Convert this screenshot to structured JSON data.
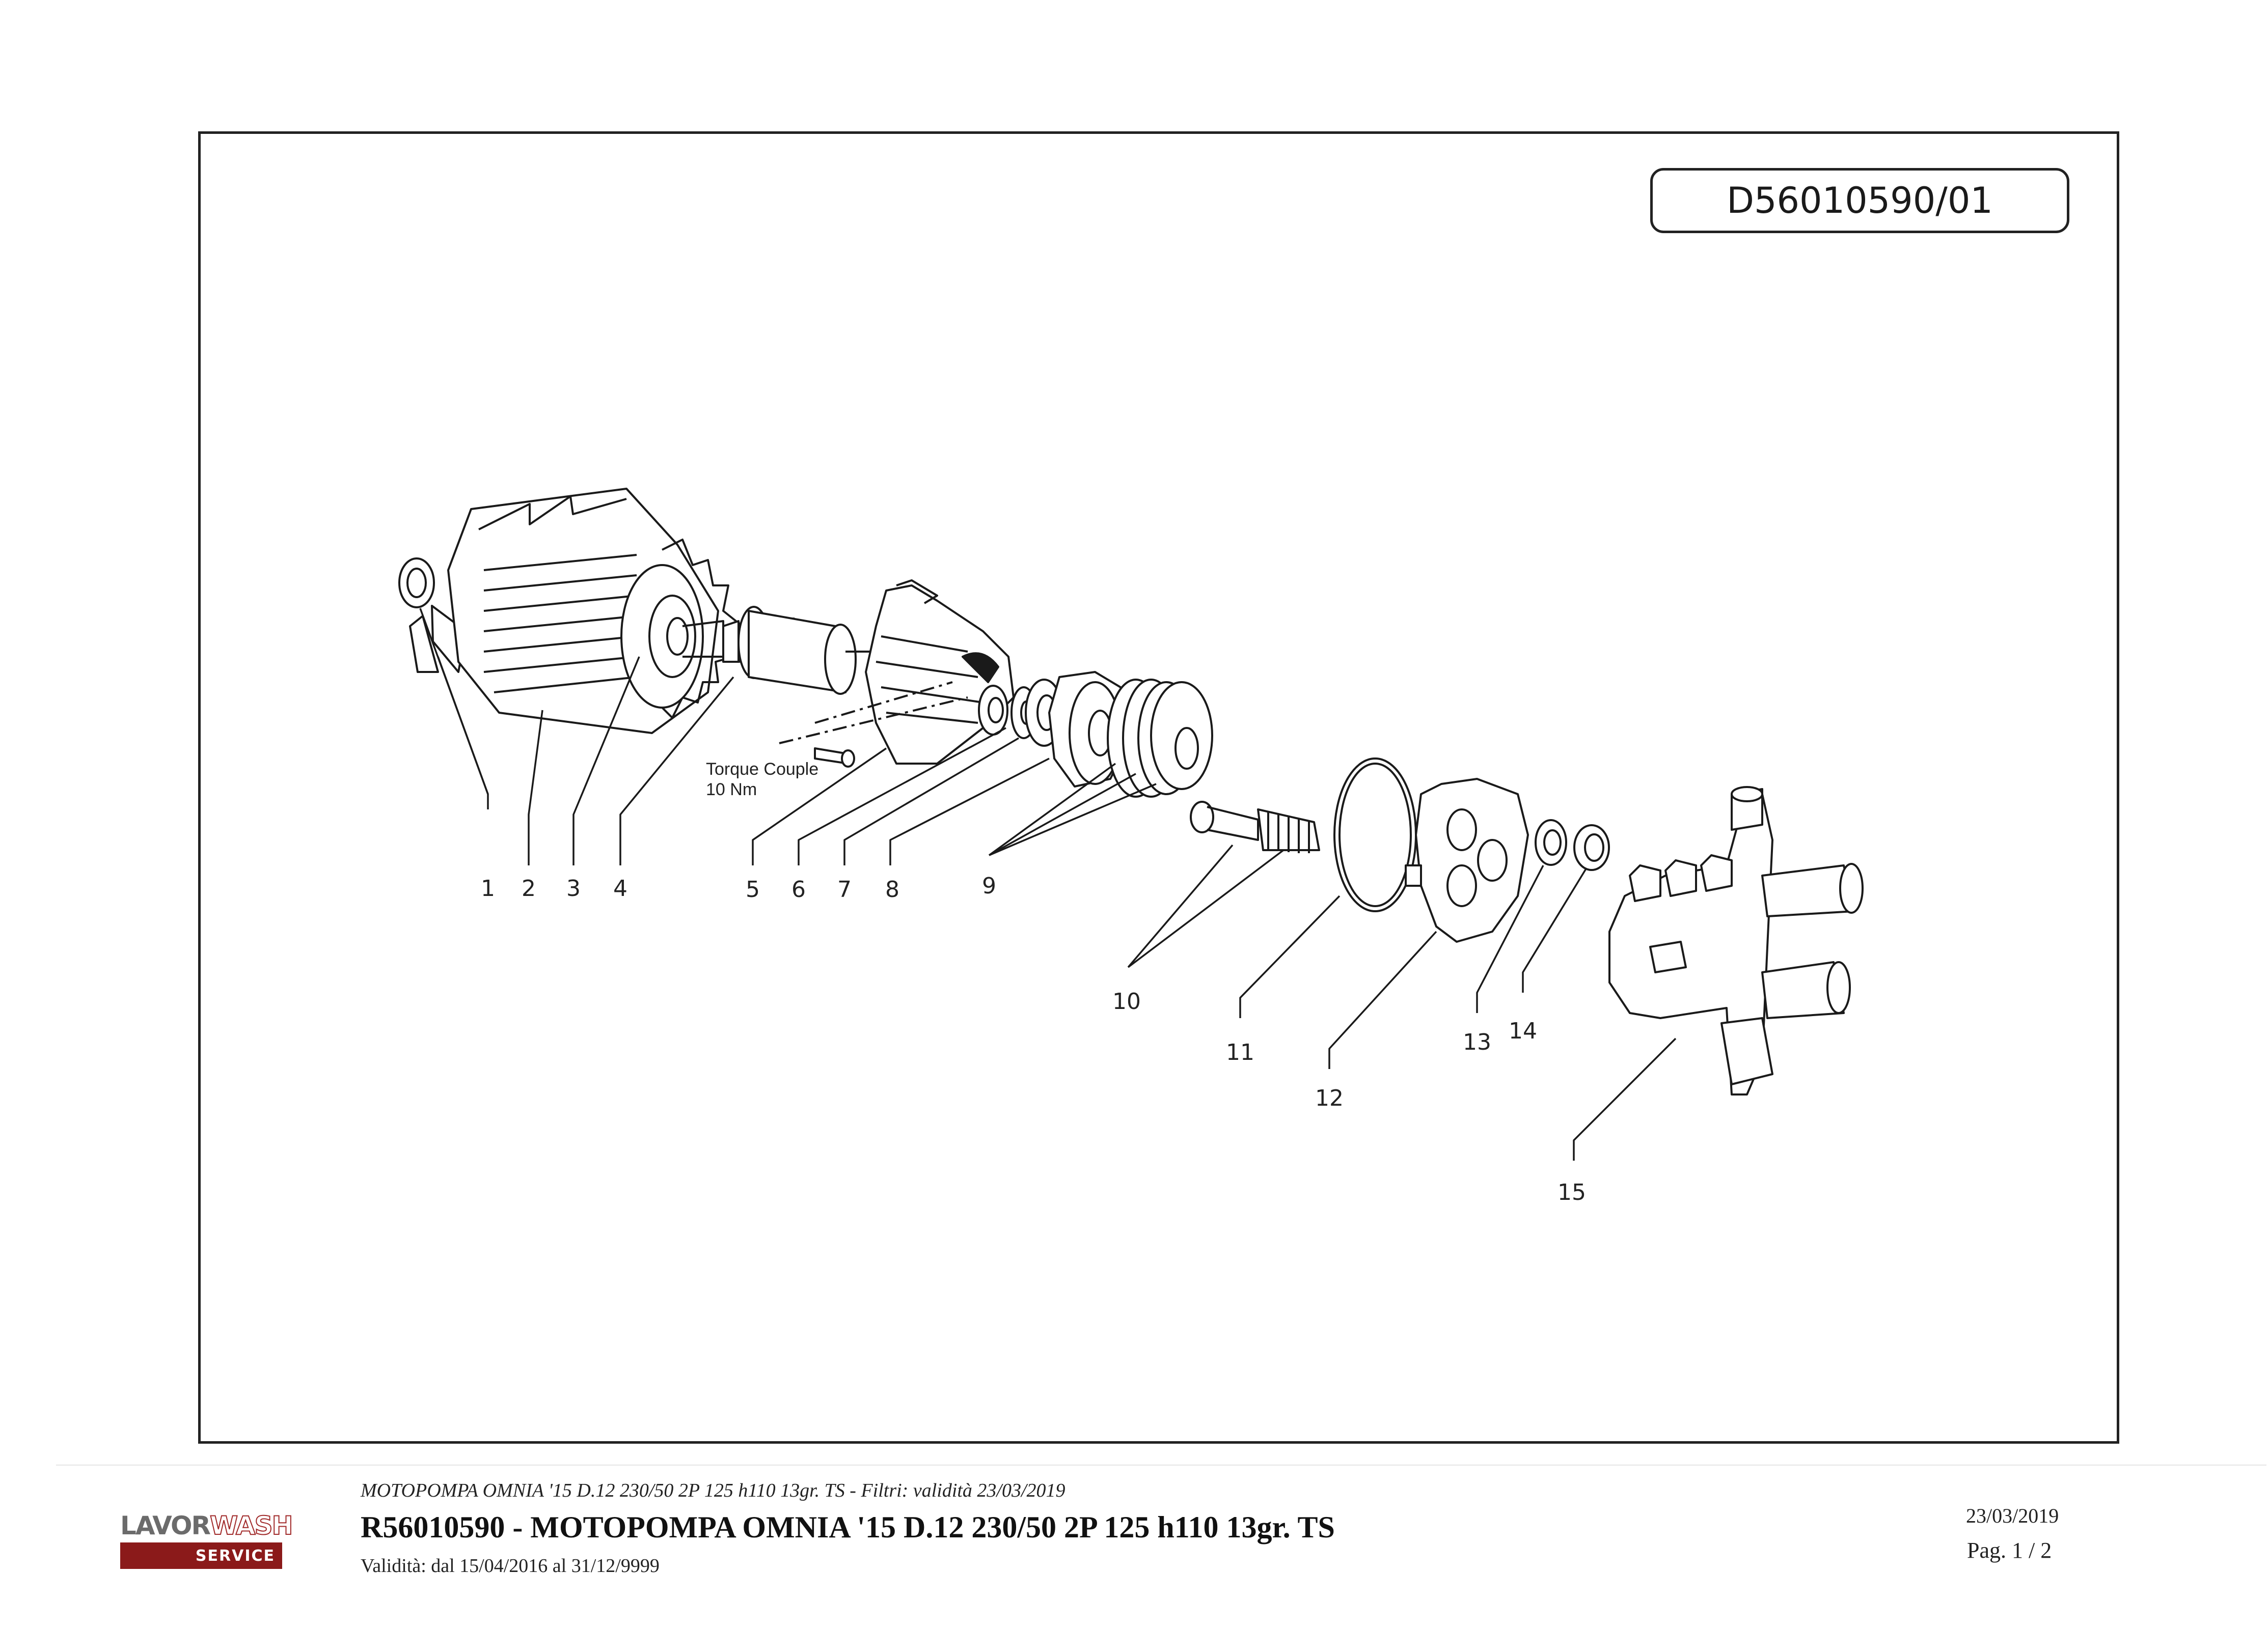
{
  "drawing": {
    "code": "D56010590/01",
    "torque_line1": "Torque Couple",
    "torque_line2": "10 Nm",
    "callouts": [
      "1",
      "2",
      "3",
      "4",
      "5",
      "6",
      "7",
      "8",
      "9",
      "10",
      "11",
      "12",
      "13",
      "14",
      "15"
    ]
  },
  "footer": {
    "logo_lavor": "LAVOR",
    "logo_wash": "WASH",
    "logo_service": "SERVICE",
    "subtitle": "MOTOPOMPA OMNIA '15 D.12 230/50 2P 125 h110 13gr. TS - Filtri: validità 23/03/2019",
    "title": "R56010590 - MOTOPOMPA OMNIA '15 D.12 230/50 2P 125 h110 13gr. TS",
    "validity": "Validità: dal 15/04/2016 al 31/12/9999",
    "date": "23/03/2019",
    "page": "Pag. 1 / 2"
  }
}
